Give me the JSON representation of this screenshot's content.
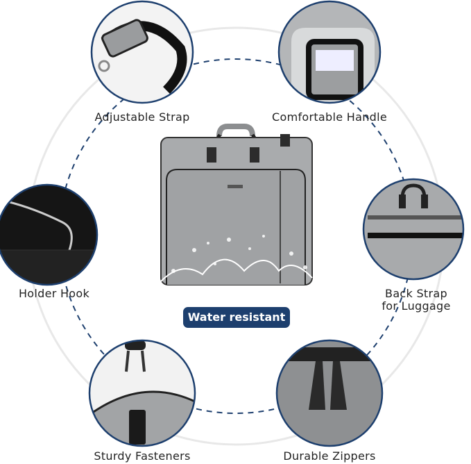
{
  "features": [
    {
      "label": "Adjustable Strap"
    },
    {
      "label": "Comfortable Handle"
    },
    {
      "label": "Holder Hook"
    },
    {
      "label_line1": "Back Strap",
      "label_line2": "for Luggage"
    },
    {
      "label": "Sturdy Fasteners"
    },
    {
      "label": "Durable Zippers"
    }
  ],
  "badge": {
    "label": "Water resistant"
  },
  "colors": {
    "accent": "#1d3f6e",
    "product_gray": "#a4a6a8",
    "ring": "#e6e6e6"
  }
}
